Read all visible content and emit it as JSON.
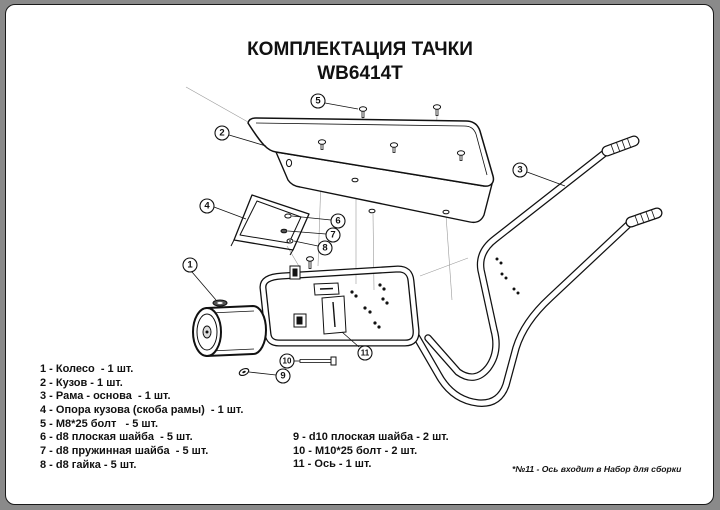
{
  "title": {
    "line1": "КОМПЛЕКТАЦИЯ ТАЧКИ",
    "line2": "WB6414T"
  },
  "parts_list": {
    "left": [
      "1 - Колесо  - 1 шт.",
      "2 - Кузов - 1 шт.",
      "3 - Рама - основа  - 1 шт.",
      "4 - Опора кузова (скоба рамы)  - 1 шт.",
      "5 - M8*25 болт   - 5 шт.",
      "6 - d8 плоская шайба  - 5 шт.",
      "7 - d8 пружинная шайба  - 5 шт.",
      "8 - d8 гайка - 5 шт."
    ],
    "right": [
      "9 - d10 плоская шайба - 2 шт.",
      "10 - M10*25 болт - 2 шт.",
      "11 - Ось - 1 шт."
    ]
  },
  "note": "*№11 - Ось входит в Набор для сборки",
  "callouts": [
    "1",
    "2",
    "3",
    "4",
    "5",
    "6",
    "7",
    "8",
    "9",
    "10",
    "11"
  ],
  "colors": {
    "line": "#111111",
    "guide": "#9a9a9a",
    "frame_border": "#8a8a8a"
  }
}
